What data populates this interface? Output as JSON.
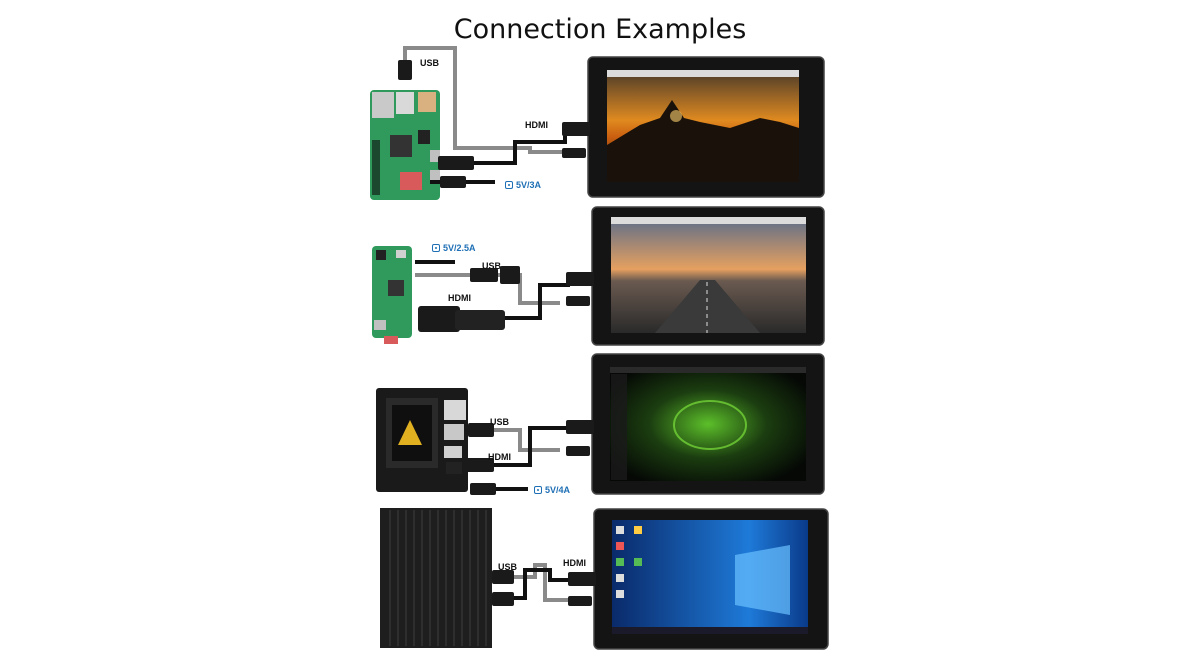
{
  "title": "Connection Examples",
  "rows": [
    {
      "usb": "USB",
      "hdmi": "HDMI",
      "power": "5V/3A"
    },
    {
      "usb": "USB",
      "hdmi": "HDMI",
      "power": "5V/2.5A"
    },
    {
      "usb": "USB",
      "hdmi": "HDMI",
      "power": "5V/4A"
    },
    {
      "usb": "USB",
      "hdmi": "HDMI"
    }
  ],
  "colors": {
    "hdmi_cable": "#111111",
    "usb_cable": "#8a8a8a",
    "power_text": "#1e6fb5",
    "board_green": "#2f9a5c"
  },
  "icons": [
    "raspberry-pi-4-board",
    "raspberry-pi-zero-board",
    "jetson-nano-board",
    "mini-pc-box",
    "touch-display"
  ]
}
